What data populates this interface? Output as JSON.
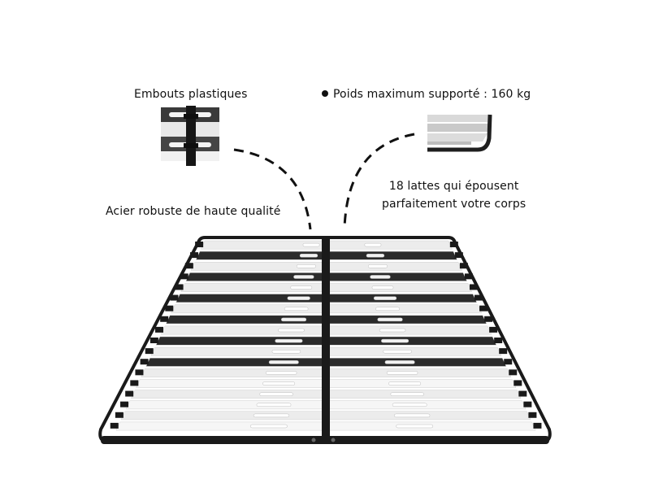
{
  "labels": {
    "embouts": "Embouts plastiques",
    "poids": "Poids maximum supporté : 160 kg",
    "lattes_line1": "18 lattes qui épousent",
    "lattes_line2": "parfaitement votre corps",
    "acier": "Acier robuste de haute qualité"
  },
  "colors": {
    "frame": "#1a1a1a",
    "slat_light": "#f2f2f2",
    "slat_dark": "#2b2b2b",
    "text": "#111111"
  },
  "icons": {
    "bullet": "bullet-dot-icon"
  }
}
